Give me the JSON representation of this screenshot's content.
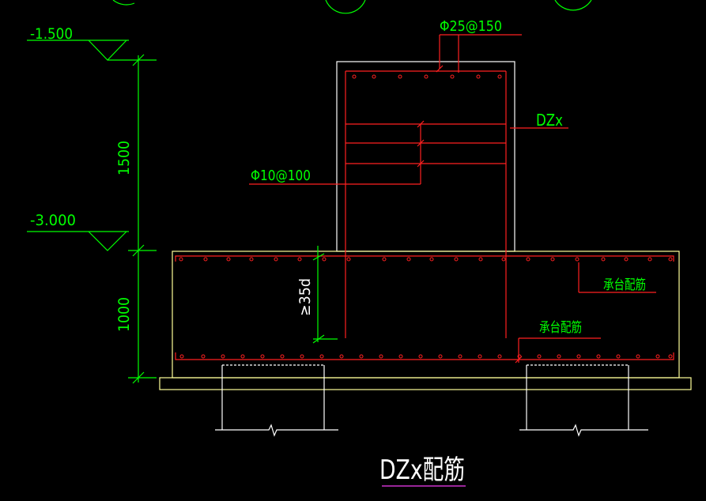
{
  "colors": {
    "background": "#000000",
    "dimension": "#00ff00",
    "rebar": "#ff2020",
    "concrete": "#ffffff",
    "cushion": "#ffff9a",
    "underline": "#cc33cc"
  },
  "elevations": {
    "top": {
      "label": "-1.500"
    },
    "bottom": {
      "label": "-3.000"
    }
  },
  "dimensions": {
    "column_height": "1500",
    "cap_height": "1000",
    "anchorage": "≥35d"
  },
  "annotations": {
    "main_rebar": "Φ25@150",
    "stirrup": "Φ10@100",
    "column_id": "DZx",
    "cap_rebar_top": "承台配筋",
    "cap_rebar_bottom": "承台配筋"
  },
  "title": "DZx配筋"
}
